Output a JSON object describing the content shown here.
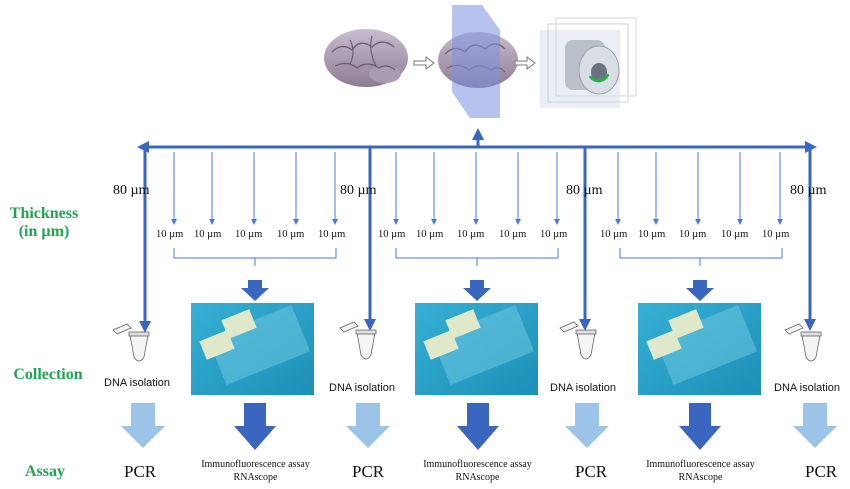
{
  "row_labels": {
    "thickness_line1": "Thickness",
    "thickness_line2": "(in µm)",
    "collection": "Collection",
    "assay": "Assay"
  },
  "thick_section_label": "80 µm",
  "thin_section_label": "10 µm",
  "dna_label": "DNA isolation",
  "pcr_label": "PCR",
  "assay_line1": "Immunofluorescence assay",
  "assay_line2": "RNAscope",
  "colors": {
    "arrow_blue": "#3a66c0",
    "thin_arrow_blue": "#4a7bd6",
    "light_arrow": "#9cc3e8",
    "slide_bg": "#2aa0c7",
    "label_green": "#22a352"
  },
  "icons": [
    "brain-icon",
    "sliced-brain-icon",
    "cryostat-icon",
    "tube-icon",
    "slide-photo"
  ]
}
